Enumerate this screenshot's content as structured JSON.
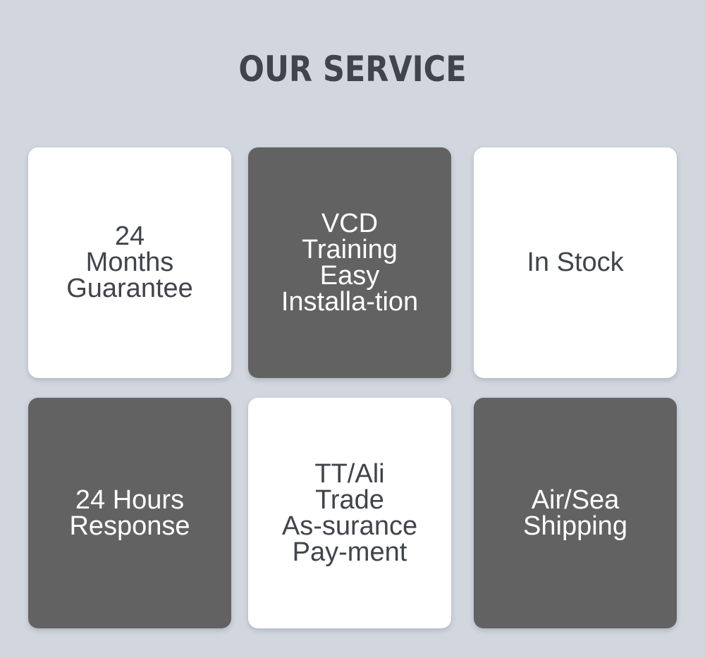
{
  "header": {
    "title": "OUR SERVICE"
  },
  "colors": {
    "background": "#d2d7df",
    "tile_light": "#ffffff",
    "tile_dark": "#626262",
    "text_dark": "#40444b",
    "text_light": "#ffffff"
  },
  "services": [
    {
      "label": "24\nMonths\nGuarantee",
      "style": "light"
    },
    {
      "label": "VCD\nTraining\nEasy\nInstalla-tion",
      "style": "dark"
    },
    {
      "label": "In Stock",
      "style": "light"
    },
    {
      "label": "24 Hours\nResponse",
      "style": "dark"
    },
    {
      "label": "TT/Ali\nTrade\nAs-surance\nPay-ment",
      "style": "light"
    },
    {
      "label": "Air/Sea\nShipping",
      "style": "dark"
    }
  ]
}
